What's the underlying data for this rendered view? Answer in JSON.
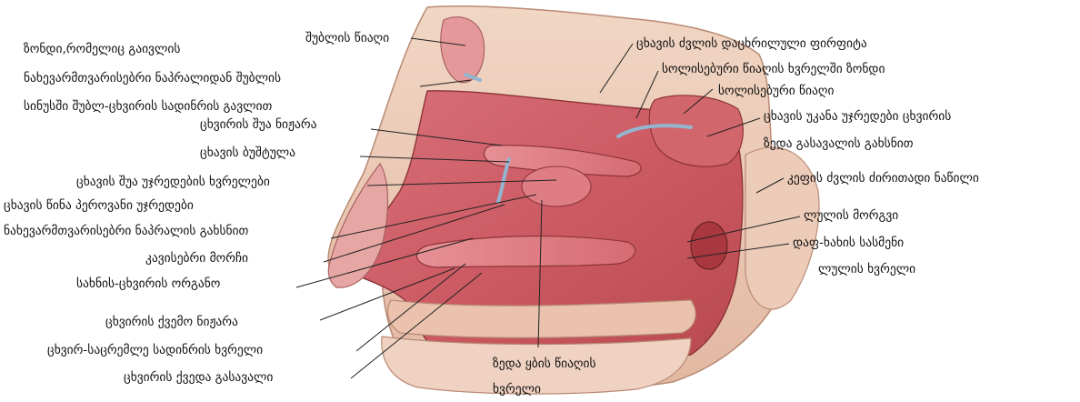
{
  "labels": {
    "l01": "შუბლის წიაღი",
    "l02": "ზონდი,რომელიც გაივლის",
    "l03": "ნახევარმთვარისებრი ნაპრალიდან შუბლის",
    "l04": "სინუსში შუბლ-ცხვირის სადინრის გავლით",
    "l05": "ცხვირის შუა ნიჟარა",
    "l06": "ცხავის ბუშტულა",
    "l07": "ცხავის შუა უჯრედების ხვრელები",
    "l08": "ცხავის წინა პეროვანი უჯრედები",
    "l09": "ნახევარმთვარისებრი ნაპრალის  გახსნით",
    "l10": "კავისებრი მორჩი",
    "l11": "სახნის-ცხვირის ორგანო",
    "l12": "ცხვირის ქვემო ნიჟარა",
    "l13": "ცხვირ-საცრემლე სადინრის ხვრელი",
    "l14": "ცხვირის ქვედა გასავალი",
    "l15": "ზედა ყბის წიაღის",
    "l16": "ხვრელი",
    "r01": "ცხავის ძვლის დაცხრილული ფირფიტა",
    "r02": "სოლისებური წიაღის ხვრელში ზონდი",
    "r03": "სოლისებური წიაღი",
    "r04": "ცხავის უკანა უჯრედები ცხვირის",
    "r05": "ზედა გასავალის გახსნით",
    "r06": "კეფის ძვლის ძირითადი ნაწილი",
    "r07": "ლულის მორგვი",
    "r08": "დაფ-ხახის სასმენი",
    "r09": "ლულის ხვრელი"
  }
}
